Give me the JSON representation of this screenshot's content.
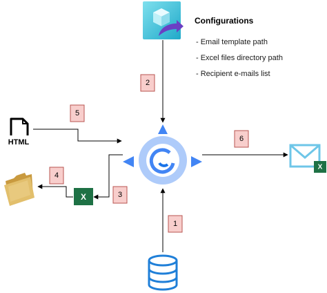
{
  "config": {
    "title": "Configurations",
    "items": [
      "- Email template path",
      "- Excel files directory path",
      "- Recipient e-mails list"
    ]
  },
  "steps": [
    "1",
    "2",
    "3",
    "4",
    "5",
    "6"
  ],
  "icons": {
    "html_file_label": "HTML",
    "excel_letter": "X"
  },
  "colors": {
    "step_box_fill": "#f8cecc",
    "step_box_stroke": "#b85450",
    "hub_blue": "#4285f4",
    "hub_light": "#aecbfa",
    "db_blue": "#1f7fd8",
    "excel_green": "#1e7145",
    "mail_blue": "#6ec6e8",
    "folder_tan": "#d9b565",
    "cube_teal": "#35c3d6",
    "arrow_purple": "#6b3fc4"
  }
}
